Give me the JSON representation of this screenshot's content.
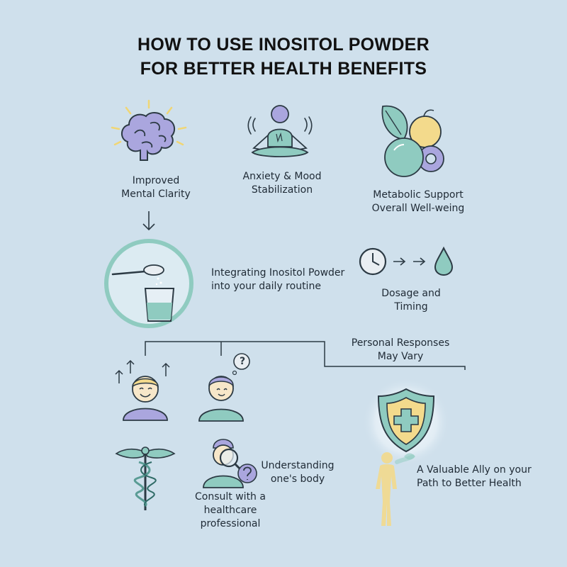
{
  "title": {
    "line1": "HOW TO USE INOSITOL POWDER",
    "line2": "FOR BETTER HEALTH BENEFITS"
  },
  "benefits": {
    "mental_clarity": {
      "line1": "Improved",
      "line2": "Mental Clarity",
      "icon": "brain-icon"
    },
    "anxiety_mood": {
      "line1": "Anxiety & Mood",
      "line2": "Stabilization",
      "icon": "meditating-person-icon"
    },
    "metabolic": {
      "line1": "Metabolic Support",
      "line2": "Overall Well-weing",
      "icon": "fruit-gear-icon"
    }
  },
  "routine": {
    "line1": "Integrating Inositol Powder",
    "line2": "into your daily routine",
    "icon": "spoon-and-glass-icon"
  },
  "dosage": {
    "line1": "Dosage and",
    "line2": "Timing",
    "icons": [
      "clock-icon",
      "arrow-right-icon",
      "water-drop-icon"
    ]
  },
  "responses": {
    "line1": "Personal Responses",
    "line2": "May Vary"
  },
  "understanding": {
    "line1": "Understanding",
    "line2": "one's body",
    "icon": "magnifier-person-icon"
  },
  "consult": {
    "line1": "Consult with a",
    "line2": "healthcare",
    "line3": "professional",
    "icon": "caduceus-icon"
  },
  "ally": {
    "line1": "A Valuable Ally on your",
    "line2": "Path to Better Health",
    "icon": "shield-cross-icon"
  },
  "question_mark": "?",
  "colors": {
    "background": "#cfe0ec",
    "teal": "#8fcbc0",
    "teal_dark": "#2f5b5a",
    "lavender": "#a9a7de",
    "yellow": "#f3da8c",
    "outline": "#2c3a44"
  }
}
